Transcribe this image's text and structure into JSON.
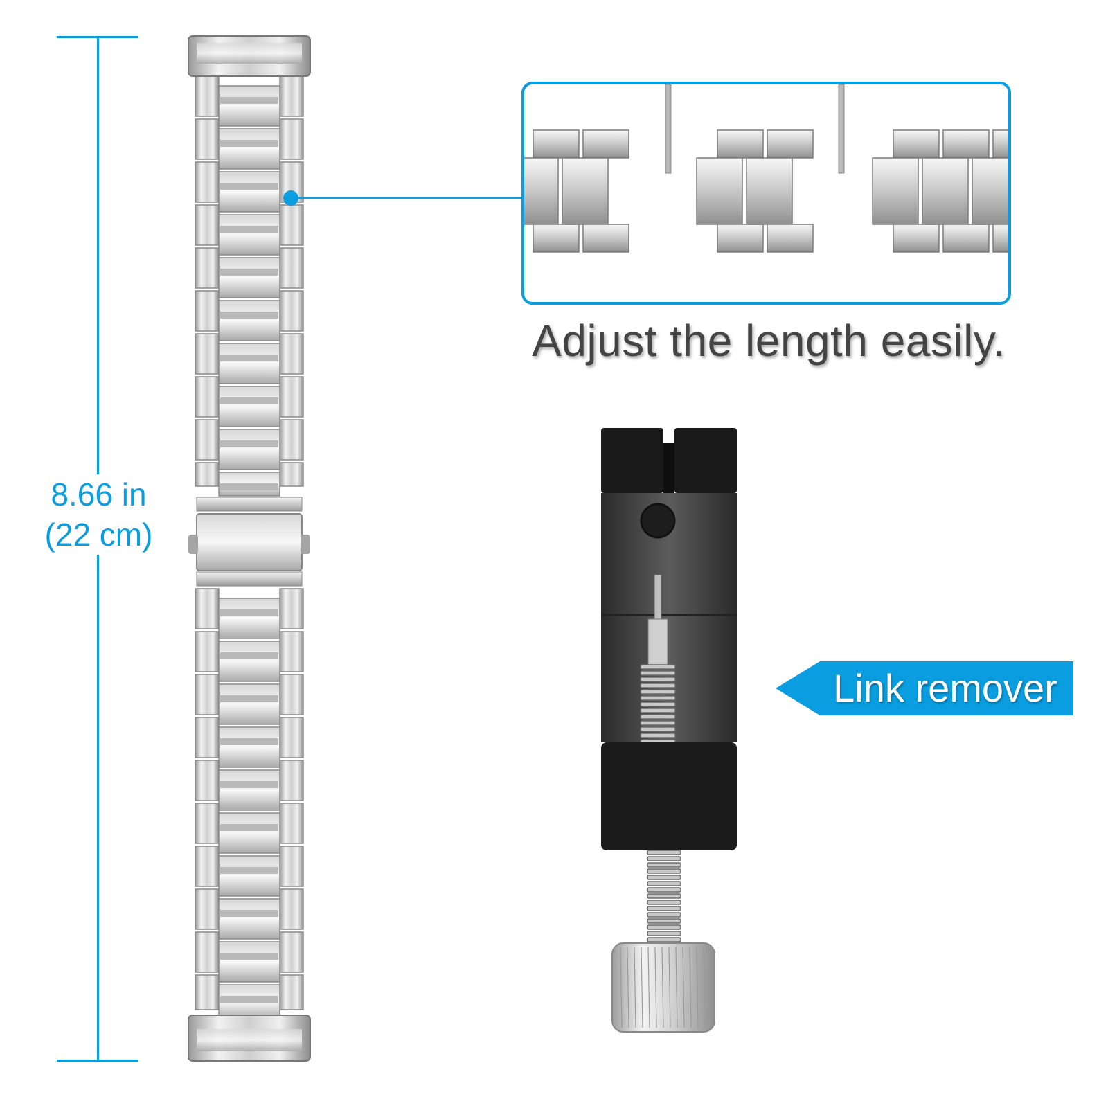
{
  "dimension": {
    "length_in": "8.66 in",
    "length_cm": "(22 cm)"
  },
  "callout": {
    "caption": "Adjust the length easily."
  },
  "tool_label": "Link remover",
  "colors": {
    "accent_blue": "#0a9ee0",
    "steel_light": "#e8e8e8",
    "steel_dark": "#8a8a8a",
    "tool_black": "#1b1b1b",
    "text_gray": "#444444"
  },
  "icons": {
    "callout_dot": "blue-dot-icon",
    "label_arrow": "left-arrow-icon"
  }
}
